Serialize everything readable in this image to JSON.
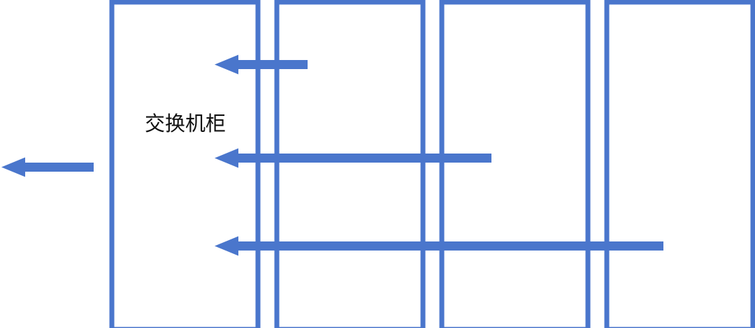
{
  "diagram": {
    "stroke_color": "#4a76cc",
    "switch_cabinet_label": "交换机柜",
    "cabinets": [
      {
        "id": "switch-cabinet"
      },
      {
        "id": "rack-2"
      },
      {
        "id": "rack-3"
      },
      {
        "id": "rack-4"
      }
    ],
    "arrows": [
      {
        "id": "uplink-arrow"
      },
      {
        "id": "cable-arrow-from-rack-2"
      },
      {
        "id": "cable-arrow-from-rack-3"
      },
      {
        "id": "cable-arrow-from-rack-4"
      }
    ]
  }
}
